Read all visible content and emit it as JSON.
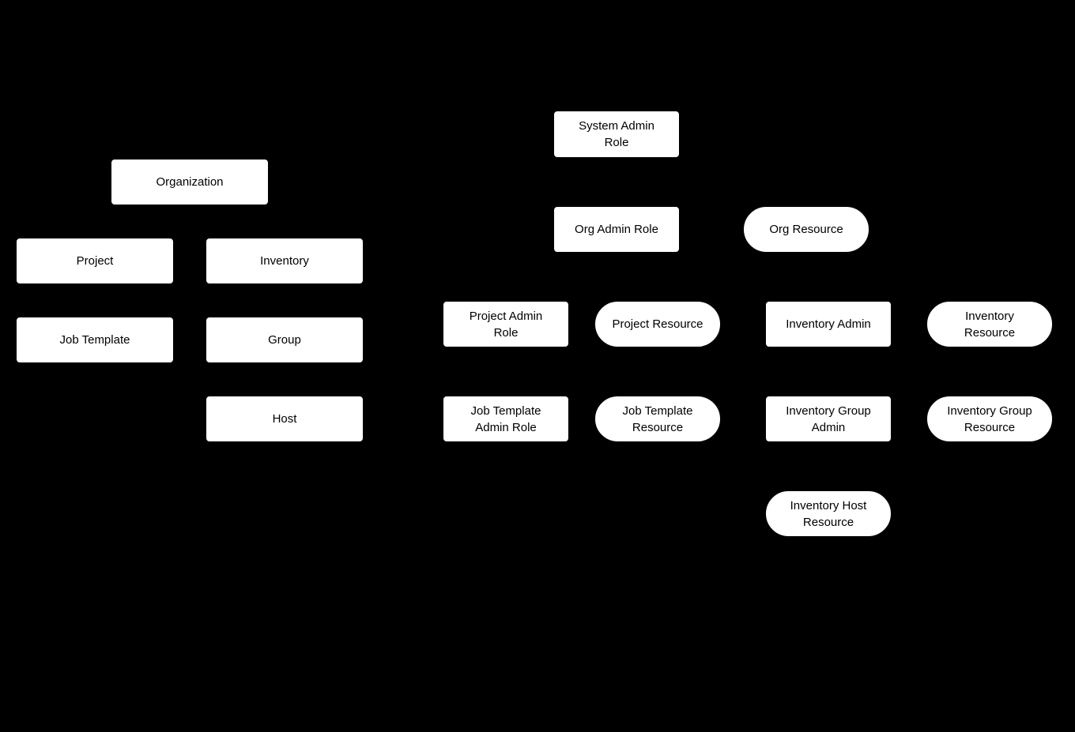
{
  "diagram": {
    "title": "RBAC roles and resources hierarchy diagram",
    "colors": {
      "background": "#000000",
      "node_fill": "#ffffff",
      "node_text": "#000000"
    },
    "nodes": {
      "organization": {
        "label": "Organization",
        "shape": "rect"
      },
      "project": {
        "label": "Project",
        "shape": "rect"
      },
      "inventory": {
        "label": "Inventory",
        "shape": "rect"
      },
      "job_template": {
        "label": "Job Template",
        "shape": "rect"
      },
      "group": {
        "label": "Group",
        "shape": "rect"
      },
      "host": {
        "label": "Host",
        "shape": "rect"
      },
      "system_admin_role": {
        "label": "System Admin\nRole",
        "shape": "rect"
      },
      "org_admin_role": {
        "label": "Org Admin Role",
        "shape": "rect"
      },
      "org_resource": {
        "label": "Org Resource",
        "shape": "pill"
      },
      "project_admin_role": {
        "label": "Project Admin\nRole",
        "shape": "rect"
      },
      "project_resource": {
        "label": "Project Resource",
        "shape": "pill"
      },
      "inventory_admin": {
        "label": "Inventory Admin",
        "shape": "rect"
      },
      "inventory_resource": {
        "label": "Inventory\nResource",
        "shape": "pill"
      },
      "job_template_admin_role": {
        "label": "Job Template\nAdmin Role",
        "shape": "rect"
      },
      "job_template_resource": {
        "label": "Job Template\nResource",
        "shape": "pill"
      },
      "inventory_group_admin": {
        "label": "Inventory Group\nAdmin",
        "shape": "rect"
      },
      "inventory_group_resource": {
        "label": "Inventory Group\nResource",
        "shape": "pill"
      },
      "inventory_host_resource": {
        "label": "Inventory Host\nResource",
        "shape": "pill"
      }
    }
  }
}
